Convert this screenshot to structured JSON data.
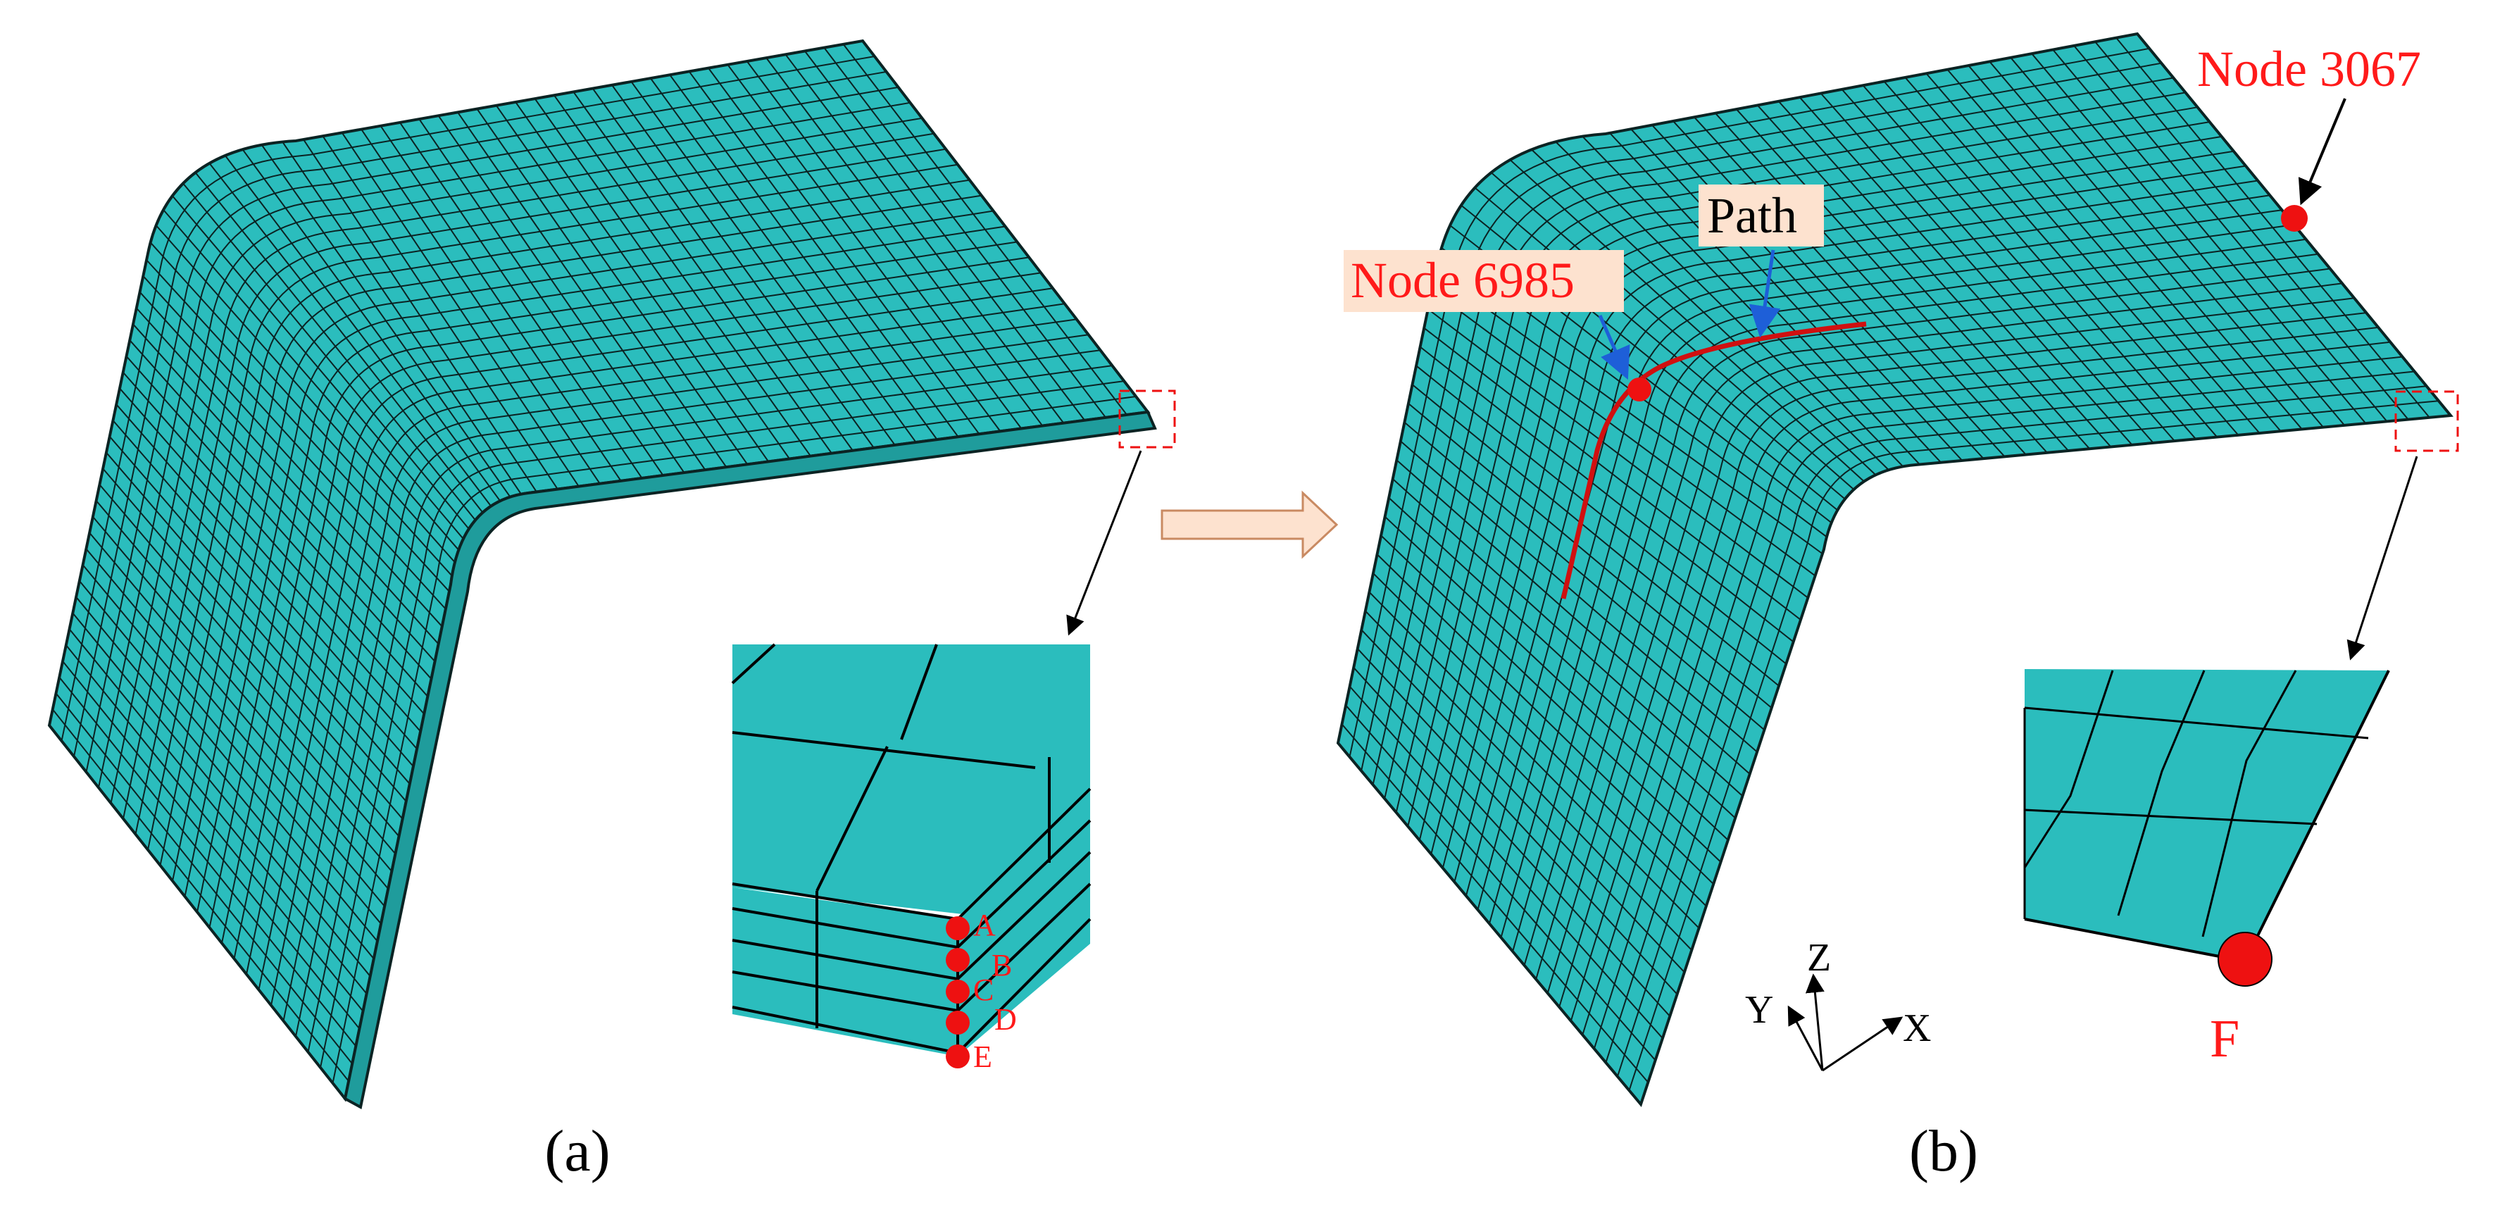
{
  "colors": {
    "mesh_fill": "#2bbdbd",
    "mesh_fill_light": "#35c9c9",
    "mesh_line": "#0b2323",
    "marker": "#ee1111",
    "label_red": "#ff1a1a",
    "label_bg": "#fde2cf",
    "pointer_blue": "#1e5fd8",
    "arrow_fill": "#fde2cf",
    "arrow_stroke": "#c98a62",
    "black": "#000000"
  },
  "panel_a": {
    "caption": "(a)",
    "layer_nodes": [
      "A",
      "B",
      "C",
      "D",
      "E"
    ]
  },
  "panel_b": {
    "caption": "(b)",
    "node_6985_label": "Node 6985",
    "node_3067_label": "Node 3067",
    "path_label": "Path",
    "corner_node_label": "F",
    "axes": {
      "x": "X",
      "y": "Y",
      "z": "Z"
    }
  },
  "icons": {
    "transition_arrow": "right-arrow-icon",
    "node_marker": "red-dot-icon"
  }
}
